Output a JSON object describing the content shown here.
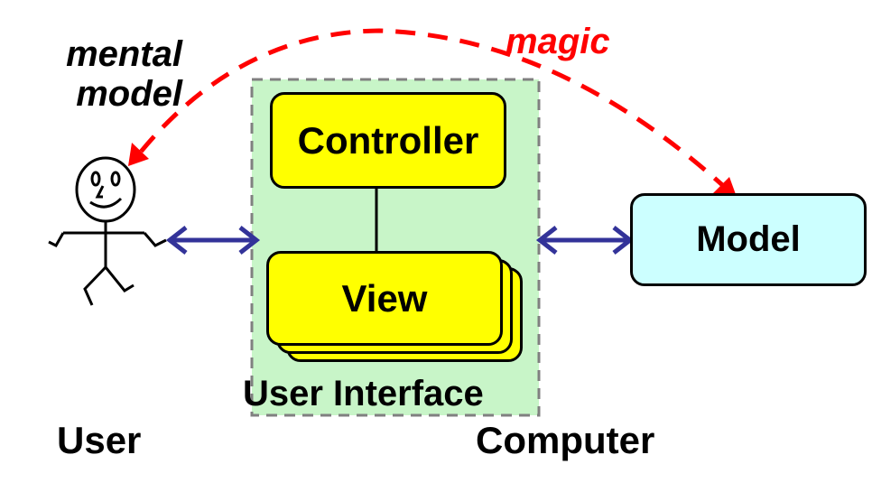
{
  "labels": {
    "mental_model": "mental\nmodel",
    "magic": "magic",
    "controller": "Controller",
    "view": "View",
    "model": "Model",
    "user_interface": "User Interface",
    "user": "User",
    "computer": "Computer"
  },
  "colors": {
    "ui_region_fill": "#c8f5c8",
    "ui_region_border": "#808080",
    "component_fill": "#ffff00",
    "model_fill": "#ccffff",
    "magic_arrow": "#ff0000",
    "link_arrow": "#333399",
    "magic_text": "#ff0000"
  }
}
